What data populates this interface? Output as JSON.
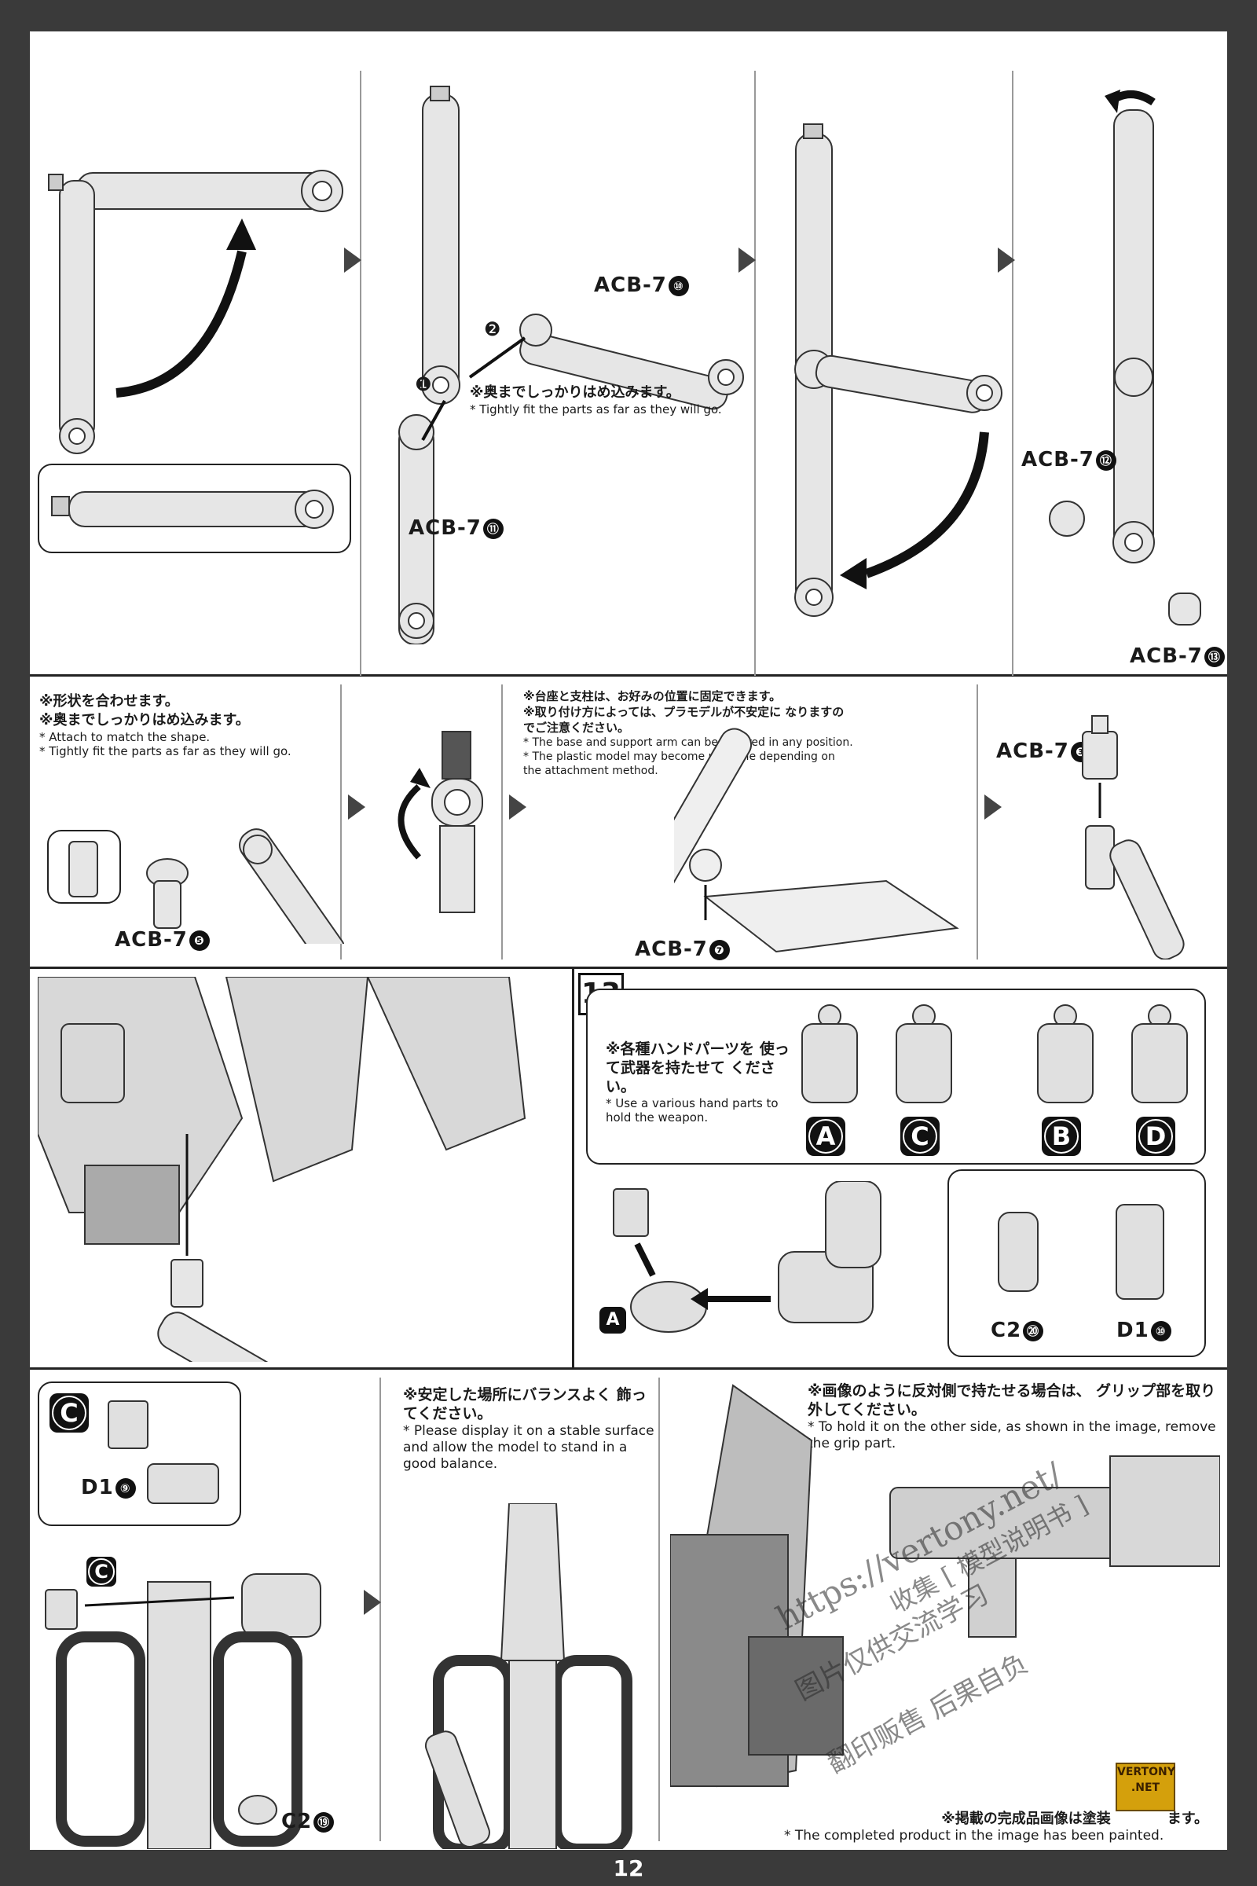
{
  "page_number": "12",
  "section1": {
    "part_acb7_10": "ACB-7",
    "num_10": "⑩",
    "part_acb7_11": "ACB-7",
    "num_11": "⑪",
    "part_acb7_12": "ACB-7",
    "num_12": "⑫",
    "part_acb7_13": "ACB-7",
    "num_13": "⑬",
    "step1": "❶",
    "step2": "❷",
    "note_jp": "※奥までしっかりはめ込みます。",
    "note_en": "* Tightly fit the parts as far as they will go."
  },
  "section2": {
    "note1_jp": "※形状を合わせます。",
    "note2_jp": "※奥までしっかりはめ込みます。",
    "note1_en": "* Attach to match the shape.",
    "note2_en": "* Tightly fit the parts as far as they will go.",
    "part_acb7_5": "ACB-7",
    "num_5": "❺",
    "note3_jp": "※台座と支柱は、お好みの位置に固定できます。",
    "note4_jp": "※取り付け方によっては、プラモデルが不安定に なりますのでご注意ください。",
    "note3_en": "* The base and support arm can be secured in any position.",
    "note4_en": "* The plastic model may become unstable depending on the attachment method.",
    "part_acb7_7": "ACB-7",
    "num_7": "❼",
    "part_acb7_3": "ACB-7",
    "num_3": "❸"
  },
  "section3": {
    "step_number": "13",
    "note_jp": "※各種ハンドパーツを 使って武器を持たせて ください。",
    "note_en": "* Use a various hand parts to hold the weapon.",
    "hands": [
      "A",
      "C",
      "B",
      "D"
    ],
    "part_c2": "C2",
    "num_20": "⑳",
    "part_d1": "D1",
    "num_10": "⑩",
    "label_a": "A"
  },
  "section4": {
    "badge_c": "C",
    "part_d1": "D1",
    "num_9": "⑨",
    "badge_c2": "C",
    "part_c2": "C2",
    "num_19": "⑲",
    "note_display_jp": "※安定した場所にバランスよく 飾ってください。",
    "note_display_en": "* Please display it on a stable surface and allow the model to stand in a good balance.",
    "note_grip_jp": "※画像のように反対側で持たせる場合は、 グリップ部を取り外してください。",
    "note_grip_en": "* To hold it on the other side, as shown in the image, remove the grip part.",
    "note_painted_jp": "※掲載の完成品画像は塗装",
    "note_painted_jp_end": "ます。",
    "note_painted_en": "* The completed product in the image has been painted."
  },
  "watermark": {
    "url": "https://vertony.net/",
    "line1": "收集 [ 模型说明书 ]",
    "line2": "图片仅供交流学习",
    "line3": "翻印贩售 后果自负",
    "logo_line1": "VERTONY",
    "logo_line2": ".NET"
  }
}
